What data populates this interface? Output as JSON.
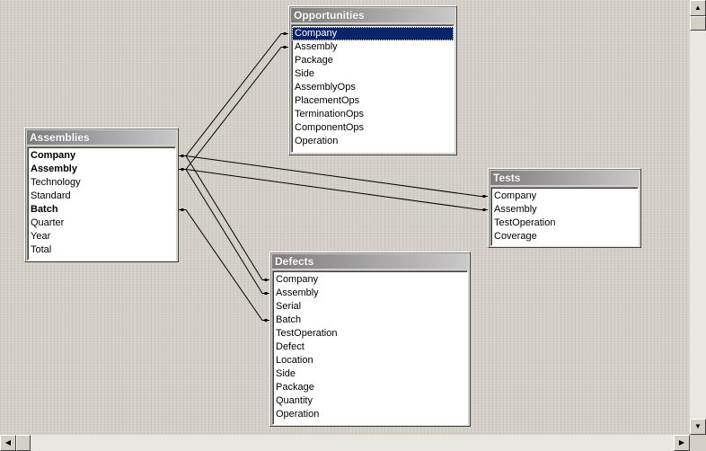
{
  "tables": {
    "assemblies": {
      "title": "Assemblies",
      "fields": [
        {
          "name": "Company",
          "key": true
        },
        {
          "name": "Assembly",
          "key": true
        },
        {
          "name": "Technology",
          "key": false
        },
        {
          "name": "Standard",
          "key": false
        },
        {
          "name": "Batch",
          "key": true
        },
        {
          "name": "Quarter",
          "key": false
        },
        {
          "name": "Year",
          "key": false
        },
        {
          "name": "Total",
          "key": false
        }
      ]
    },
    "opportunities": {
      "title": "Opportunities",
      "fields": [
        {
          "name": "Company",
          "key": false,
          "selected": true
        },
        {
          "name": "Assembly",
          "key": false
        },
        {
          "name": "Package",
          "key": false
        },
        {
          "name": "Side",
          "key": false
        },
        {
          "name": "AssemblyOps",
          "key": false
        },
        {
          "name": "PlacementOps",
          "key": false
        },
        {
          "name": "TerminationOps",
          "key": false
        },
        {
          "name": "ComponentOps",
          "key": false
        },
        {
          "name": "Operation",
          "key": false
        }
      ]
    },
    "tests": {
      "title": "Tests",
      "fields": [
        {
          "name": "Company",
          "key": false
        },
        {
          "name": "Assembly",
          "key": false
        },
        {
          "name": "TestOperation",
          "key": false
        },
        {
          "name": "Coverage",
          "key": false
        }
      ]
    },
    "defects": {
      "title": "Defects",
      "fields": [
        {
          "name": "Company",
          "key": false
        },
        {
          "name": "Assembly",
          "key": false
        },
        {
          "name": "Serial",
          "key": false
        },
        {
          "name": "Batch",
          "key": false
        },
        {
          "name": "TestOperation",
          "key": false
        },
        {
          "name": "Defect",
          "key": false
        },
        {
          "name": "Location",
          "key": false
        },
        {
          "name": "Side",
          "key": false
        },
        {
          "name": "Package",
          "key": false
        },
        {
          "name": "Quantity",
          "key": false
        },
        {
          "name": "Operation",
          "key": false
        }
      ]
    }
  },
  "relationships": [
    {
      "from": "Assemblies.Company",
      "to": "Opportunities.Company"
    },
    {
      "from": "Assemblies.Assembly",
      "to": "Opportunities.Assembly"
    },
    {
      "from": "Assemblies.Company",
      "to": "Tests.Company"
    },
    {
      "from": "Assemblies.Assembly",
      "to": "Tests.Assembly"
    },
    {
      "from": "Assemblies.Company",
      "to": "Defects.Company"
    },
    {
      "from": "Assemblies.Assembly",
      "to": "Defects.Assembly"
    },
    {
      "from": "Assemblies.Batch",
      "to": "Defects.Batch"
    }
  ],
  "icons": {
    "scroll_up": "up-arrow",
    "scroll_down": "down-arrow",
    "scroll_left": "left-arrow",
    "scroll_right": "right-arrow"
  },
  "colors": {
    "canvas": "#d4d0c8",
    "selection": "#0a246a",
    "title_dark": "#7e7e7e",
    "title_light": "#c9c9c9"
  }
}
